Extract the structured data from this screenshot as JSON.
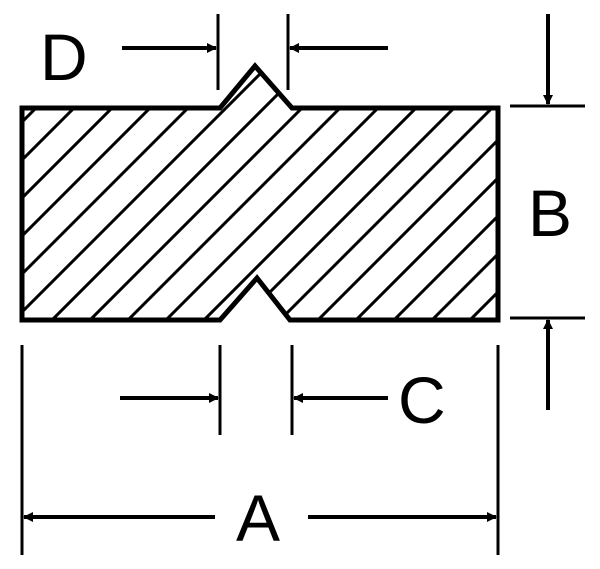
{
  "labels": {
    "a": "A",
    "b": "B",
    "c": "C",
    "d": "D"
  },
  "colors": {
    "ink": "#000000",
    "background": "#ffffff"
  }
}
